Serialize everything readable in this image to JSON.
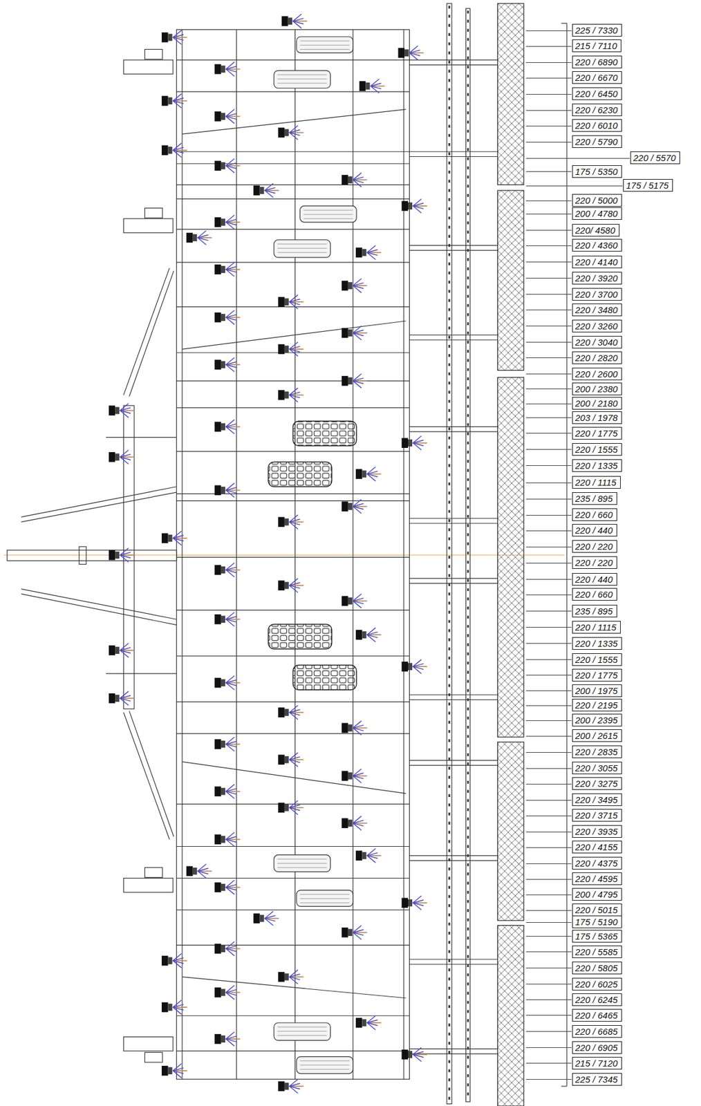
{
  "diagram": {
    "nodes": [
      {
        "text": [
          "225 / 7330"
        ]
      },
      {
        "text": [
          "215 / 7110"
        ]
      },
      {
        "text": [
          "220 / 6890"
        ]
      },
      {
        "text": [
          "220 / 6670"
        ]
      },
      {
        "text": [
          "220 / 6450"
        ]
      },
      {
        "text": [
          "220 / 6230"
        ]
      },
      {
        "text": [
          "220 / 6010"
        ]
      },
      {
        "text": [
          "220 / 5790"
        ]
      },
      {
        "text": [
          "220 / 5570"
        ]
      },
      {
        "text": [
          "175 / 5350"
        ]
      },
      {
        "text": [
          "175 / 5175"
        ]
      },
      {
        "text": [
          "220 / 5000"
        ]
      },
      {
        "text": [
          "200 / 4780"
        ]
      },
      {
        "text": [
          "220/ 4580"
        ]
      },
      {
        "text": [
          "220 / 4360"
        ]
      },
      {
        "text": [
          "220 / 4140"
        ]
      },
      {
        "text": [
          "220 / 3920"
        ]
      },
      {
        "text": [
          "220 / 3700"
        ]
      },
      {
        "text": [
          "220 / 3480"
        ]
      },
      {
        "text": [
          "220 / 3260"
        ]
      },
      {
        "text": [
          "220 / 3040"
        ]
      },
      {
        "text": [
          "220 / 2820"
        ]
      },
      {
        "text": [
          "220 / 2600"
        ]
      },
      {
        "text": [
          "200 / 2380"
        ]
      },
      {
        "text": [
          "200 / 2180"
        ]
      },
      {
        "text": [
          "203 / 1978"
        ]
      },
      {
        "text": [
          "220 / 1775"
        ]
      },
      {
        "text": [
          "220 / 1555"
        ]
      },
      {
        "text": [
          "220 / 1335"
        ]
      },
      {
        "text": [
          "220 / 1115"
        ]
      },
      {
        "text": [
          "235 / 895"
        ]
      },
      {
        "text": [
          "220 / 660"
        ]
      },
      {
        "text": [
          "220 / 440"
        ]
      },
      {
        "text": [
          "220 / 220"
        ]
      },
      {
        "text": [
          "220 / 220"
        ]
      },
      {
        "text": [
          "220 / 440"
        ]
      },
      {
        "text": [
          "220 / 660"
        ]
      },
      {
        "text": [
          "235 / 895"
        ]
      },
      {
        "text": [
          "220 / 1115"
        ]
      },
      {
        "text": [
          "220 / 1335"
        ]
      },
      {
        "text": [
          "220 / 1555"
        ]
      },
      {
        "text": [
          "220 / 1775"
        ]
      },
      {
        "text": [
          "200 / 1975"
        ]
      },
      {
        "text": [
          "220 / 2195"
        ]
      },
      {
        "text": [
          "200 / 2395"
        ]
      },
      {
        "text": [
          "200 / 2615"
        ]
      },
      {
        "text": [
          "220 / 2835"
        ]
      },
      {
        "text": [
          "220 / 3055"
        ]
      },
      {
        "text": [
          "220 / 3275"
        ]
      },
      {
        "text": [
          "220 / 3495"
        ]
      },
      {
        "text": [
          "220 / 3715"
        ]
      },
      {
        "text": [
          "220 / 3935"
        ]
      },
      {
        "text": [
          "220 / 4155"
        ]
      },
      {
        "text": [
          "220 / 4375"
        ]
      },
      {
        "text": [
          "220 / 4595"
        ]
      },
      {
        "text": [
          "200 / 4795"
        ]
      },
      {
        "text": [
          "220 / 5015"
        ]
      },
      {
        "text": [
          "175 / 5190"
        ]
      },
      {
        "text": [
          "175 / 5365"
        ]
      },
      {
        "text": [
          "220 / 5585"
        ]
      },
      {
        "text": [
          "220 / 5805"
        ]
      },
      {
        "text": [
          "220 / 6025"
        ]
      },
      {
        "text": [
          "220 / 6245"
        ]
      },
      {
        "text": [
          "220 / 6465"
        ]
      },
      {
        "text": [
          "220 / 6685"
        ]
      },
      {
        "text": [
          "220 / 6905"
        ]
      },
      {
        "text": [
          "215 / 7120"
        ]
      },
      {
        "text": [
          "225 / 7345"
        ]
      }
    ]
  }
}
